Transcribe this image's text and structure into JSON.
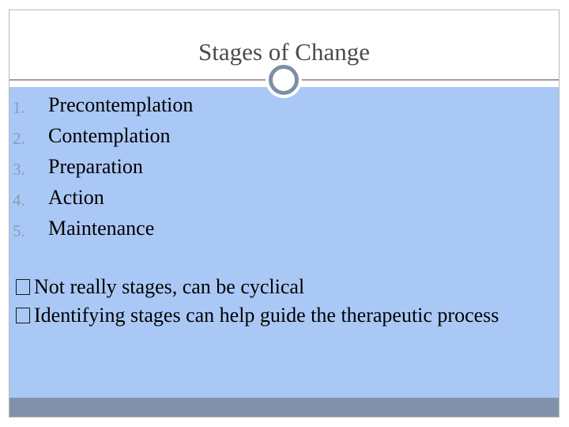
{
  "slide": {
    "title": "Stages of Change",
    "stages": [
      {
        "number": "1.",
        "label": "Precontemplation"
      },
      {
        "number": "2.",
        "label": "Contemplation"
      },
      {
        "number": "3.",
        "label": "Preparation"
      },
      {
        "number": "4.",
        "label": "Action"
      },
      {
        "number": "5.",
        "label": "Maintenance"
      }
    ],
    "notes": [
      {
        "text": "Not really stages, can be cyclical"
      },
      {
        "text": "Identifying stages can help guide the therapeutic process"
      }
    ]
  },
  "colors": {
    "content_background": "#aac8f5",
    "footer_bar": "#8191ab",
    "circle_ring": "#7d8fa7",
    "number_color": "#8a9bb8",
    "title_color": "#4b4b4b"
  },
  "icons": {
    "bullet": "hollow-square-bullet-icon",
    "title_ornament": "ring-icon"
  }
}
